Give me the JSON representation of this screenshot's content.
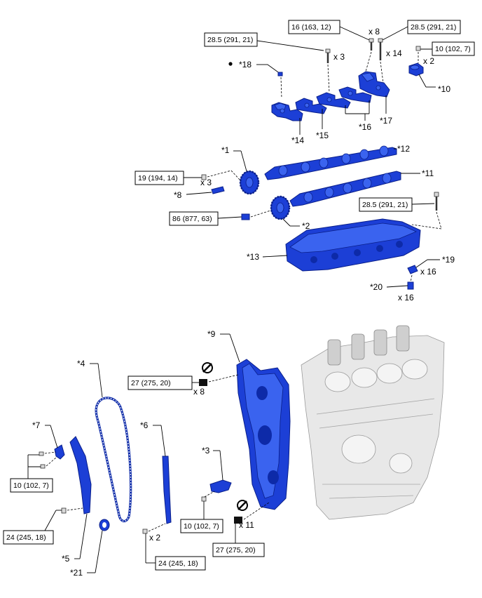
{
  "parts": {
    "p1": "*1",
    "p2": "*2",
    "p3": "*3",
    "p4": "*4",
    "p5": "*5",
    "p6": "*6",
    "p7": "*7",
    "p8": "*8",
    "p9": "*9",
    "p10": "*10",
    "p11": "*11",
    "p12": "*12",
    "p13": "*13",
    "p14": "*14",
    "p15": "*15",
    "p16": "*16",
    "p17": "*17",
    "p18": "*18",
    "p19": "*19",
    "p20": "*20",
    "p21": "*21"
  },
  "torques": {
    "t16_163_12": "16 (163, 12)",
    "t28_5_a": "28.5 (291, 21)",
    "t28_5_b": "28.5 (291, 21)",
    "t28_5_c": "28.5 (291, 21)",
    "t10_a": "10 (102, 7)",
    "t19": "19 (194, 14)",
    "t86": "86 (877, 63)",
    "t27_a": "27 (275, 20)",
    "t27_b": "27 (275, 20)",
    "t10_b": "10 (102, 7)",
    "t10_c": "10 (102, 7)",
    "t24_a": "24 (245, 18)",
    "t24_b": "24 (245, 18)"
  },
  "quantities": {
    "q8_top": "x 8",
    "q14": "x 14",
    "q3_top": "x 3",
    "q2_top": "x 2",
    "q3_mid": "x 3",
    "q16_a": "x 16",
    "q16_b": "x 16",
    "q8_bot": "x 8",
    "q11": "x 11",
    "q2_bot": "x 2"
  },
  "colors": {
    "part_blue": "#1c3fd6",
    "engine_gray": "#e8e8e8"
  }
}
